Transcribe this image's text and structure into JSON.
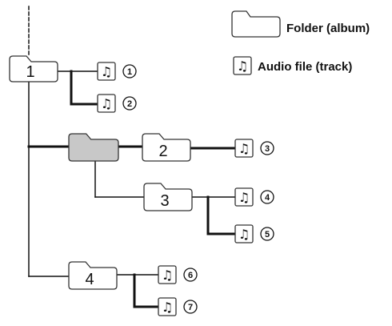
{
  "legend": {
    "folder_label": "Folder (album)",
    "audio_label": "Audio file (track)",
    "folder_icon": "folder-icon",
    "audio_icon": "music-note-icon"
  },
  "folders": [
    {
      "label": "1",
      "highlight": false
    },
    {
      "label": "",
      "highlight": true
    },
    {
      "label": "2",
      "highlight": false
    },
    {
      "label": "3",
      "highlight": false
    },
    {
      "label": "4",
      "highlight": false
    }
  ],
  "tracks": [
    {
      "number": "1",
      "icon": "music-note-icon"
    },
    {
      "number": "2",
      "icon": "music-note-icon"
    },
    {
      "number": "3",
      "icon": "music-note-icon"
    },
    {
      "number": "4",
      "icon": "music-note-icon"
    },
    {
      "number": "5",
      "icon": "music-note-icon"
    },
    {
      "number": "6",
      "icon": "music-note-icon"
    },
    {
      "number": "7",
      "icon": "music-note-icon"
    }
  ],
  "colors": {
    "line": "#111111",
    "folder_fill": "#ffffff",
    "folder_highlight_fill": "#c8c8c8",
    "folder_stroke": "#333333"
  }
}
